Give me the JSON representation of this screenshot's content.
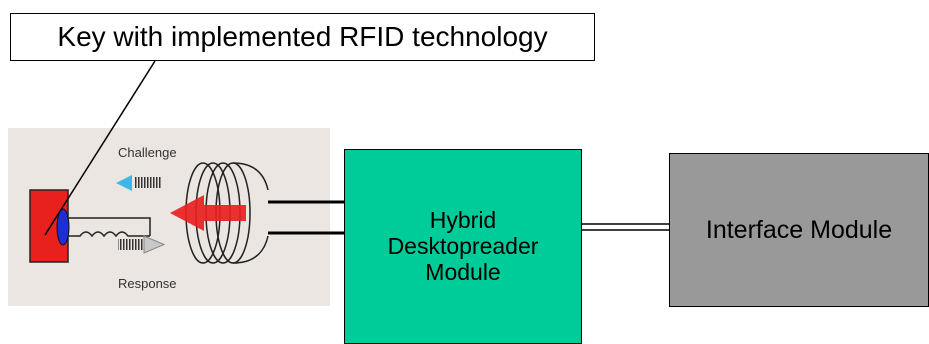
{
  "callout": {
    "text": "Key with implemented RFID technology"
  },
  "rfid_panel": {
    "challenge_label": "Challenge",
    "response_label": "Response"
  },
  "hybrid_module": {
    "label": "Hybrid Desktopreader Module"
  },
  "interface_module": {
    "label": "Interface Module"
  },
  "colors": {
    "key": "#e8201e",
    "key_eye": "#1d2fd4",
    "challenge_arrow": "#3fb6e8",
    "field_arrow": "#e82020",
    "response_arrow": "#c8c8c8",
    "hybrid_fill": "#00cc99",
    "interface_fill": "#999999",
    "panel_bg": "#ebe6e2"
  }
}
